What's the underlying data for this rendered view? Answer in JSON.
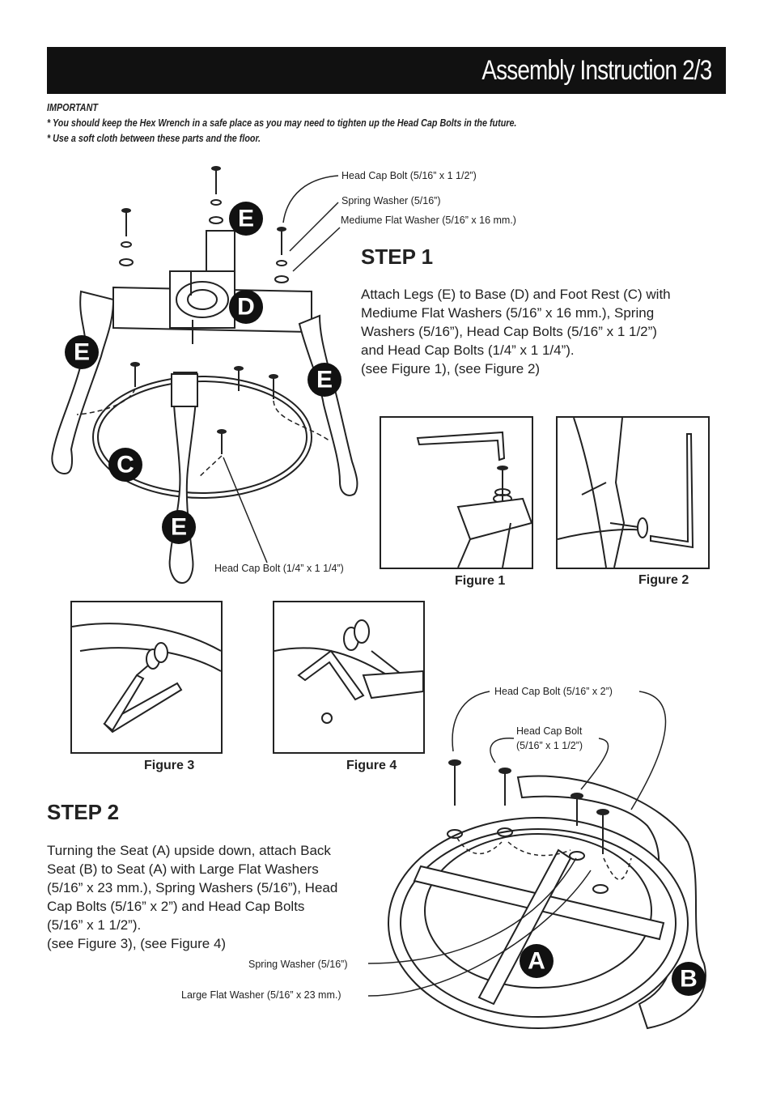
{
  "header": {
    "title": "Assembly Instruction 2/3"
  },
  "important": {
    "title": "IMPORTANT",
    "line1": "* You should keep the Hex Wrench in a safe place as you may need to tighten up the Head Cap Bolts in the future.",
    "line2": "* Use a soft cloth between these parts and the floor."
  },
  "step1": {
    "title": "STEP 1",
    "lines": [
      "Attach Legs (E) to Base (D) and Foot Rest (C) with",
      "Mediume Flat Washers (5/16” x 16 mm.), Spring",
      "Washers (5/16”), Head Cap Bolts (5/16” x 1 1/2”)",
      "and Head Cap Bolts (1/4” x 1 1/4”).",
      "(see Figure 1), (see Figure 2)"
    ],
    "labels": {
      "bolt_long": "Head Cap Bolt (5/16” x 1 1/2”)",
      "spring_washer": "Spring Washer (5/16”)",
      "flat_washer": "Mediume Flat Washer (5/16” x 16 mm.)",
      "bolt_short": "Head Cap Bolt (1/4” x 1 1/4”)"
    },
    "parts": {
      "leg": "E",
      "base": "D",
      "foot_rest": "C"
    }
  },
  "figures": {
    "fig1": "Figure 1",
    "fig2": "Figure 2",
    "fig3": "Figure 3",
    "fig4": "Figure 4"
  },
  "step2": {
    "title": "STEP 2",
    "lines": [
      "Turning the Seat (A) upside down, attach Back",
      "Seat (B) to Seat (A) with Large Flat Washers",
      "(5/16” x 23 mm.), Spring Washers (5/16”), Head",
      "Cap Bolts (5/16” x 2”) and Head Cap Bolts",
      "(5/16” x  1 1/2”).",
      "(see Figure 3), (see Figure 4)"
    ],
    "labels": {
      "bolt_2": "Head Cap Bolt (5/16” x  2”)",
      "bolt_15_a": "Head Cap Bolt",
      "bolt_15_b": "(5/16” x 1 1/2”)",
      "spring_washer": "Spring Washer (5/16”)",
      "large_washer": "Large Flat Washer (5/16” x 23 mm.)"
    },
    "parts": {
      "seat": "A",
      "back": "B"
    }
  }
}
